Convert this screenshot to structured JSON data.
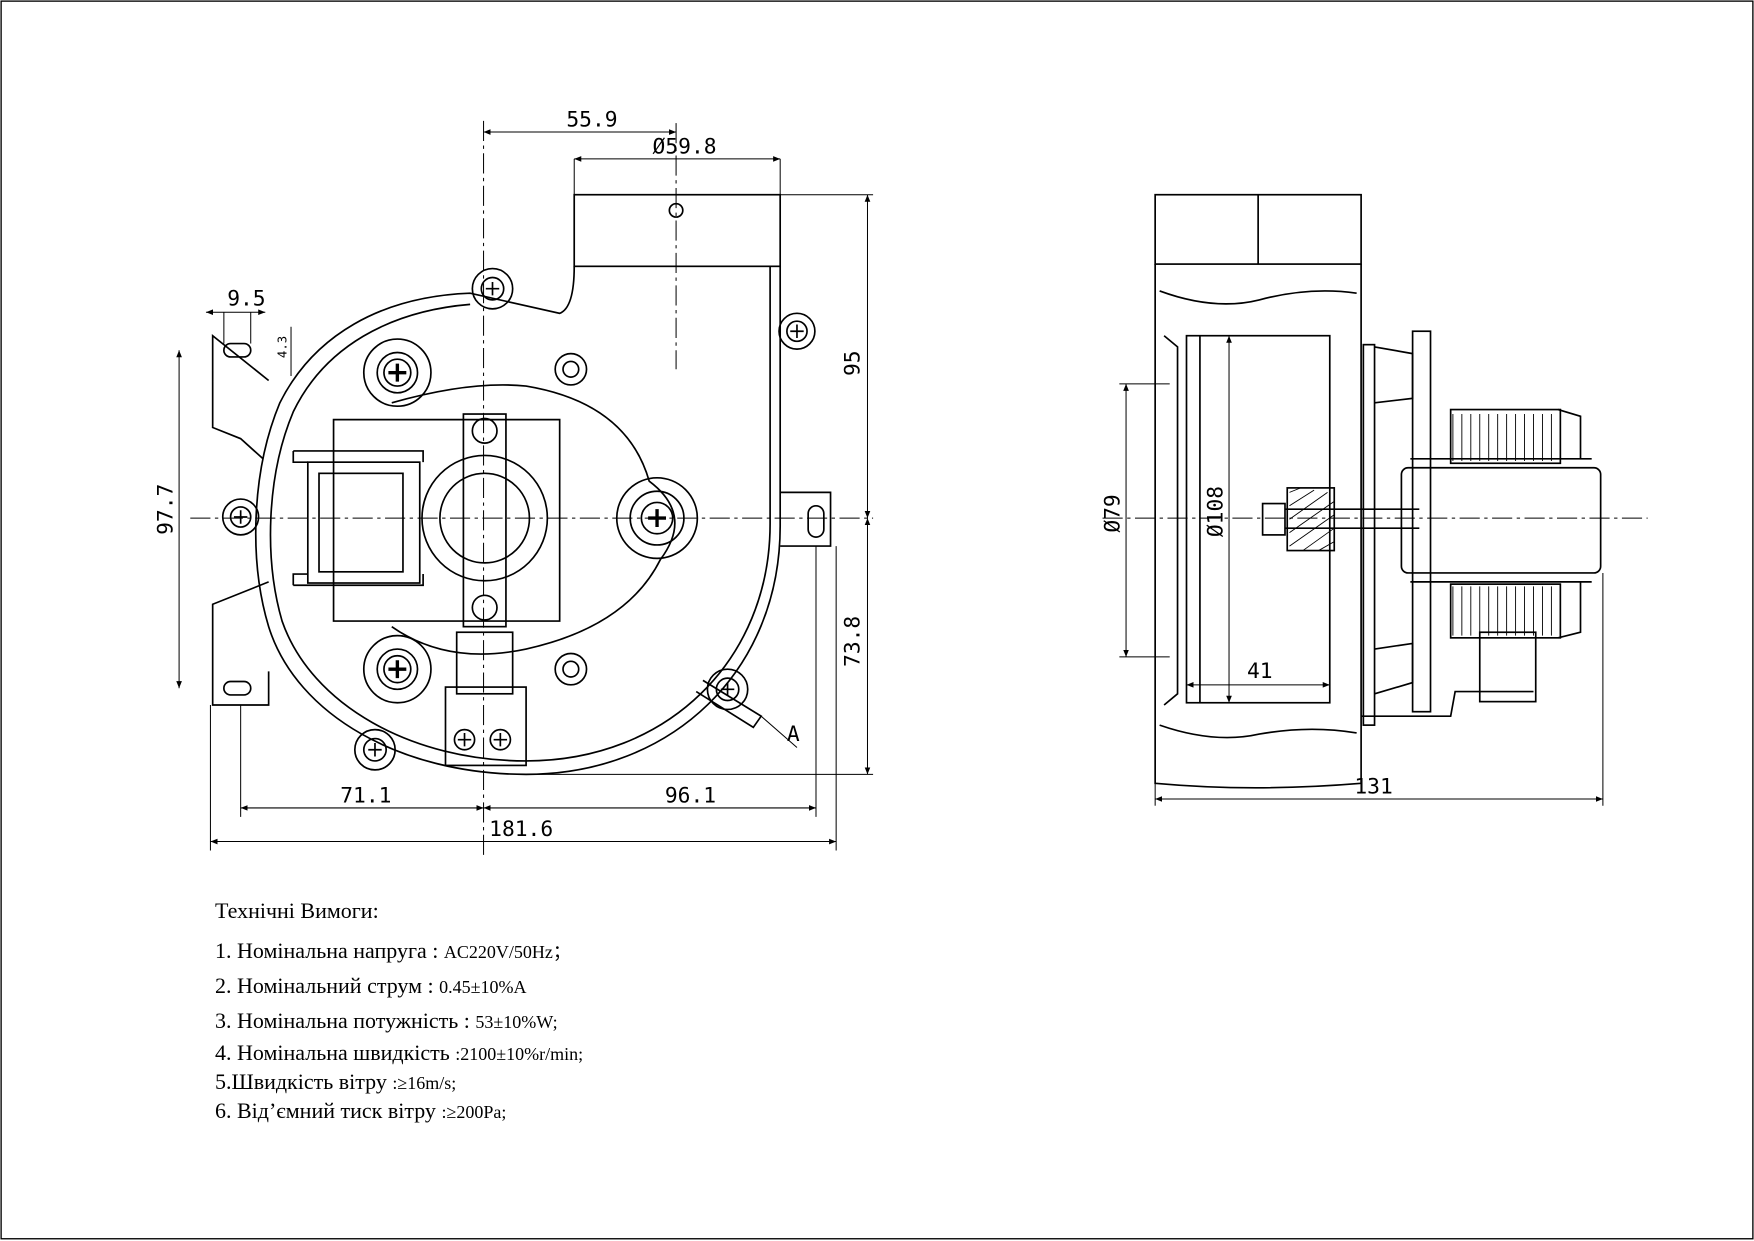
{
  "dimensions": {
    "front": {
      "outlet_offset": "55.9",
      "outlet_diameter": "Ø59.8",
      "slot_width": "9.5",
      "slot_height": "4.3",
      "mount_spacing_vertical": "97.7",
      "height_top": "95",
      "height_bottom": "73.8",
      "left_offset": "71.1",
      "right_offset": "96.1",
      "overall_width": "181.6",
      "section_marker": "A"
    },
    "side": {
      "inner_diameter": "Ø79",
      "impeller_diameter": "Ø108",
      "impeller_width": "41",
      "overall_depth": "131"
    }
  },
  "specs": {
    "title": "Технічні Вимоги:",
    "items": [
      {
        "label": "1. Номінальна напруга : ",
        "value": "AC220V/50Hz；"
      },
      {
        "label": "2. Номінальний струм : ",
        "value": "0.45±10%A"
      },
      {
        "label": "3. Номінальна потужність : ",
        "value": "53±10%W;"
      },
      {
        "label": "4. Номінальна швидкість ",
        "value": ":2100±10%r/min;"
      },
      {
        "label": "5.Швидкість вітру ",
        "value": ":≥16m/s;"
      },
      {
        "label": "6. Від’ємний тиск вітру ",
        "value": ":≥200Pa;"
      }
    ]
  }
}
